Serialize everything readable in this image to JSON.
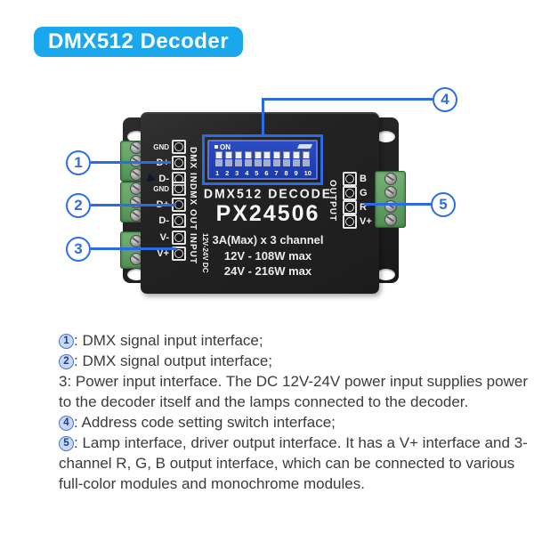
{
  "header": {
    "title": "DMX512 Decoder"
  },
  "device": {
    "brand_line": "DMX512 DECODE",
    "model": "PX24506",
    "specs": [
      "3A(Max) x 3 channel",
      "12V - 108W max",
      "24V - 216W max"
    ],
    "dip": {
      "on_label": "ON",
      "numbers": [
        "1",
        "2",
        "3",
        "4",
        "5",
        "6",
        "7",
        "8",
        "9",
        "10"
      ]
    },
    "groups": {
      "dmx_in": {
        "name": "DMX IN",
        "pins": [
          "GND",
          "D+",
          "D-"
        ]
      },
      "dmx_out": {
        "name": "DMX OUT",
        "pins": [
          "GND",
          "D+",
          "D-"
        ]
      },
      "power_in": {
        "name": "INPUT",
        "voltage": "12V-24V DC",
        "pins": [
          "V-",
          "V+"
        ]
      },
      "output": {
        "name": "OUTPUT",
        "pins": [
          "B",
          "G",
          "R",
          "V+"
        ]
      }
    }
  },
  "callouts": [
    "1",
    "2",
    "3",
    "4",
    "5"
  ],
  "description": {
    "lines": [
      {
        "badge": "1",
        "text": ": DMX signal input interface;"
      },
      {
        "badge": "2",
        "text": ": DMX signal output interface;"
      },
      {
        "text": "3: Power input interface. The DC 12V-24V power input supplies power"
      },
      {
        "text": "to the decoder itself and the lamps connected to the decoder."
      },
      {
        "badge": "4",
        "text": ": Address code setting switch interface;"
      },
      {
        "badge": "5",
        "text": ": Lamp interface, driver output interface. It has a V+ interface and 3-"
      },
      {
        "text": "channel R, G, B output interface, which can be connected to various"
      },
      {
        "text": "full-color modules and monochrome modules."
      }
    ]
  }
}
